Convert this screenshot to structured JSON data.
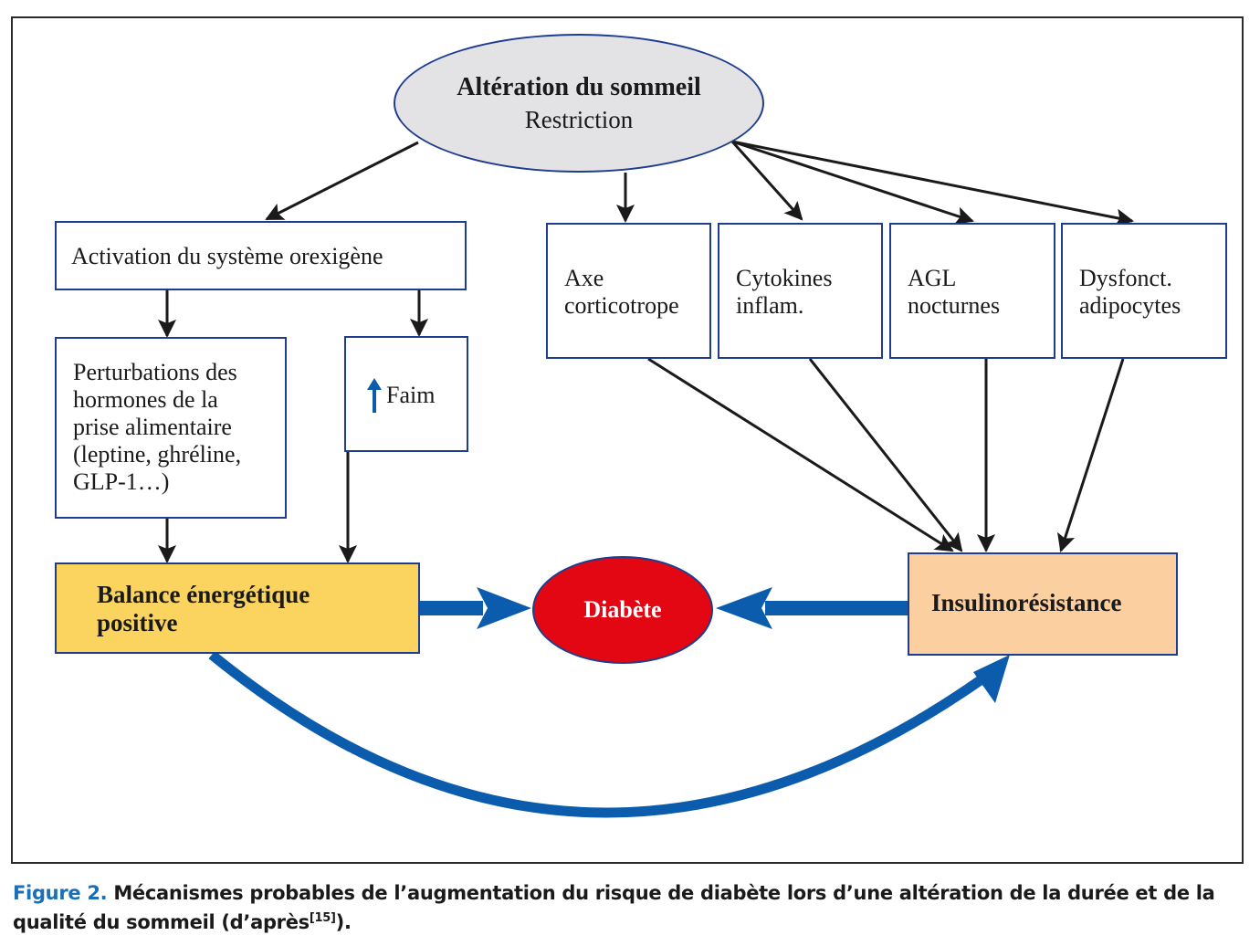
{
  "nodes": {
    "sleep": {
      "title": "Altération du sommeil",
      "subtitle": "Restriction"
    },
    "orexigenic": "Activation du système orexigène",
    "hormones": [
      "Perturbations des",
      "hormones de la",
      "prise alimentaire",
      "(leptine, ghréline,",
      "GLP-1…)"
    ],
    "hunger": "Faim",
    "cortico": [
      "Axe",
      "corticotrope"
    ],
    "cytokines": [
      "Cytokines",
      "inflam."
    ],
    "agl": [
      "AGL",
      "nocturnes"
    ],
    "adipo": [
      "Dysfonct.",
      "adipocytes"
    ],
    "balance": [
      "Balance énergétique",
      "positive"
    ],
    "diabetes": "Diabète",
    "insulin": "Insulinorésistance"
  },
  "colors": {
    "border": "#1f3d8f",
    "arrow_blue": "#0b5cad",
    "arrow_black": "#1a1a1a",
    "diabetes_fill": "#e30613",
    "balance_fill": "#fbd35f",
    "insulin_fill": "#fbcfa0",
    "sleep_fill": "#e3e3e6",
    "caption_label": "#1a6fb5"
  },
  "icons": {
    "hunger_up": "up-arrow-icon"
  },
  "caption": {
    "label": "Figure 2.",
    "text": " Mécanismes probables de l’augmentation du risque de diabète lors d’une altération de la durée et de la qualité du sommeil (d’après",
    "ref": "[15]",
    "end": ")."
  }
}
